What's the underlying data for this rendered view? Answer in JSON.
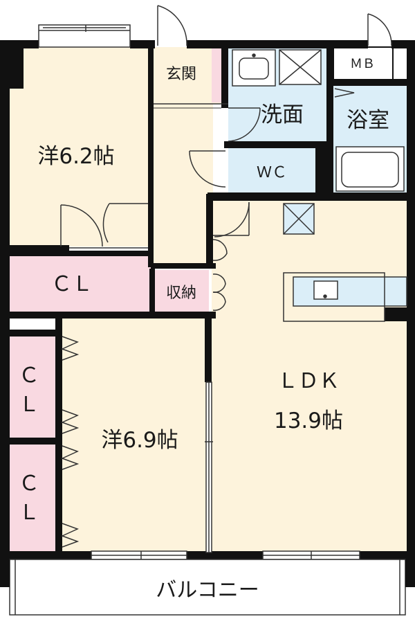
{
  "floorplan": {
    "rooms": {
      "western_room_1": {
        "name": "洋6.2帖"
      },
      "western_room_2": {
        "name": "洋6.9帖"
      },
      "ldk": {
        "name": "ＬＤＫ",
        "size": "13.9帖"
      },
      "entrance": {
        "name": "玄関"
      },
      "washroom": {
        "name": "洗面"
      },
      "bathroom": {
        "name": "浴室"
      },
      "toilet": {
        "name": "ＷＣ"
      },
      "storage": {
        "name": "収納"
      },
      "closet_top": {
        "name": "ＣＬ"
      },
      "closet_left_1": {
        "line1": "Ｃ",
        "line2": "Ｌ"
      },
      "closet_left_2": {
        "line1": "Ｃ",
        "line2": "Ｌ"
      },
      "meter_box": {
        "name": "ＭＢ"
      },
      "balcony": {
        "name": "バルコニー"
      }
    },
    "colors": {
      "room_fill": "#fdf3dc",
      "closet_fill": "#f9d9e1",
      "water_fill": "#dbeef8",
      "wall": "#111111"
    }
  }
}
